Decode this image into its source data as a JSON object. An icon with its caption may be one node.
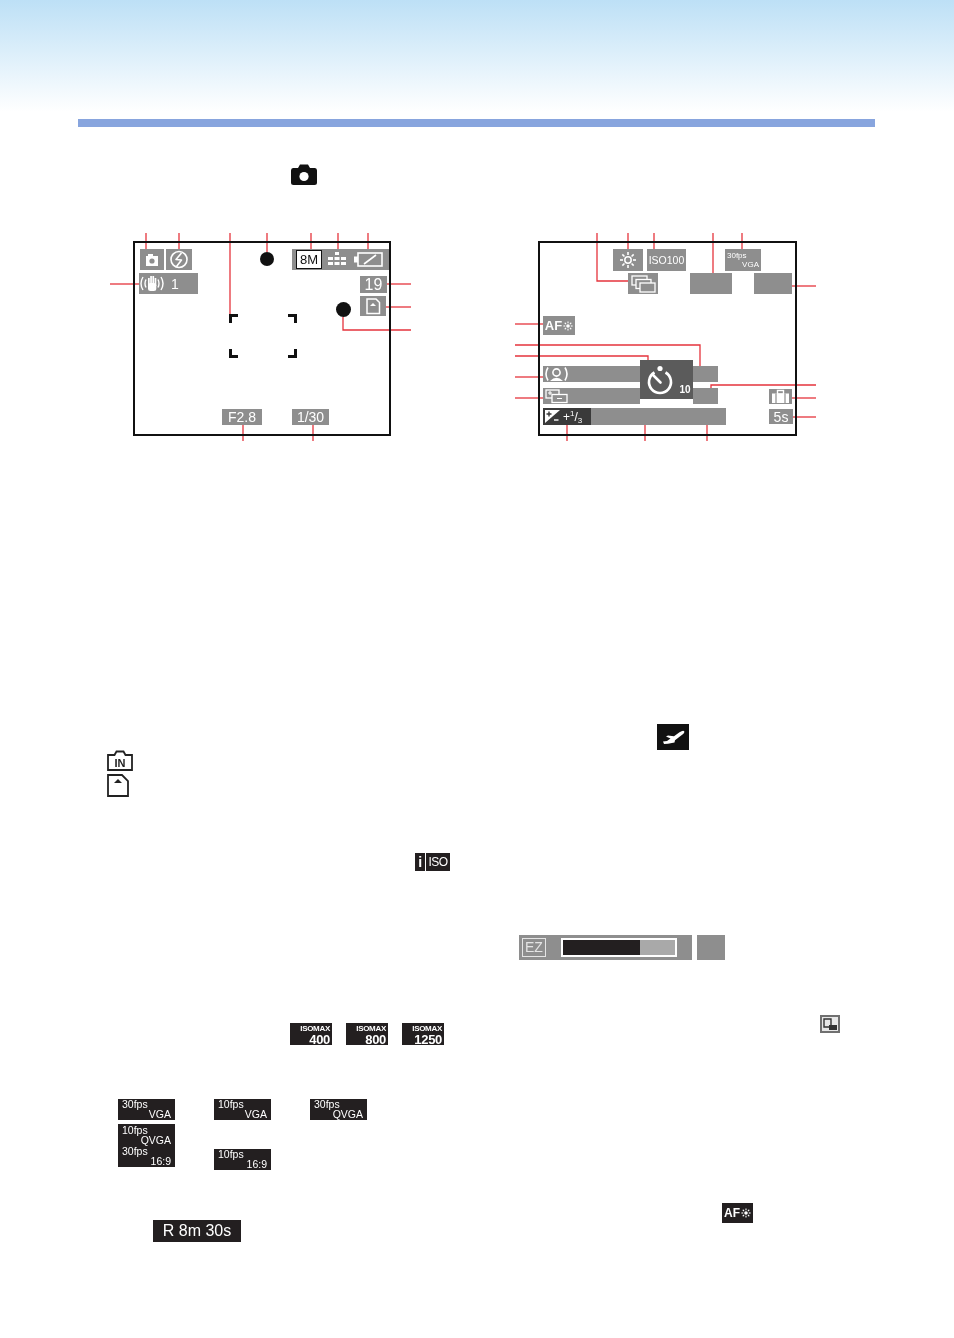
{
  "diagram": {
    "nodes": [
      {
        "text": [],
        "shape": "box"
      },
      {
        "text": [],
        "shape": "picture",
        "in": 0
      },
      {
        "text": [],
        "shape": "picture",
        "in": 0
      },
      {
        "text": [],
        "shape": "picture",
        "in": 0
      },
      {
        "text": [],
        "shape": "circle",
        "in": 0
      },
      {
        "text": [],
        "shape": "bar",
        "in": 0
      },
      {
        "text": [
          "8M"
        ],
        "in": 5
      },
      {
        "text": [],
        "shape": "picture",
        "in": 5
      },
      {
        "text": [],
        "shape": "picture",
        "in": 5
      },
      {
        "text": [
          "1"
        ],
        "in": 0
      },
      {
        "text": [
          "19"
        ],
        "in": 0
      },
      {
        "text": [],
        "shape": "picture",
        "in": 0
      },
      {
        "text": [],
        "shape": "circle",
        "in": 0
      },
      {
        "text": [
          "F2.8"
        ],
        "in": 0
      },
      {
        "text": [
          "1/30"
        ],
        "in": 0
      },
      {
        "text": [],
        "shape": "box"
      },
      {
        "text": [],
        "shape": "picture",
        "in": 15
      },
      {
        "text": [
          "ISO100"
        ],
        "in": 15
      },
      {
        "text": [
          "30fps VGA"
        ],
        "in": 15
      },
      {
        "text": [],
        "shape": "picture",
        "in": 15
      },
      {
        "text": [],
        "shape": "box",
        "in": 15
      },
      {
        "text": [],
        "shape": "box",
        "in": 15
      },
      {
        "text": [
          "AF"
        ],
        "in": 15
      },
      {
        "text": [],
        "shape": "bar",
        "in": 15
      },
      {
        "text": [],
        "shape": "picture",
        "in": 23
      },
      {
        "text": [
          "10"
        ],
        "in": 15
      },
      {
        "text": [],
        "shape": "bar",
        "in": 15
      },
      {
        "text": [],
        "shape": "bar",
        "in": 15
      },
      {
        "text": [],
        "shape": "picture",
        "in": 27
      },
      {
        "text": [],
        "shape": "bar",
        "in": 15
      },
      {
        "text": [],
        "shape": "picture",
        "in": 15
      },
      {
        "text": [],
        "shape": "bar",
        "in": 15
      },
      {
        "text": [
          "+$^{1}$/$_{3}$"
        ],
        "in": 31
      },
      {
        "text": [
          "5s"
        ],
        "in": 15
      },
      {
        "text": [
          "IN"
        ]
      },
      {
        "text": [
          "i",
          "ISO"
        ]
      },
      {
        "text": [
          "EZ"
        ]
      },
      {
        "text": [],
        "shape": "box"
      },
      {
        "text": [
          "ISOMAX 400"
        ]
      },
      {
        "text": [
          "ISOMAX 800"
        ]
      },
      {
        "text": [
          "ISOMAX 1250"
        ]
      },
      {
        "text": [
          "30fps VGA"
        ]
      },
      {
        "text": [
          "10fps VGA"
        ]
      },
      {
        "text": [
          "30fps QVGA"
        ]
      },
      {
        "text": [
          "10fps QVGA",
          "30fps 16:9"
        ]
      },
      {
        "text": [
          "10fps 16:9"
        ]
      },
      {
        "text": [
          "AF"
        ]
      },
      {
        "text": [
          "R 8m 30s"
        ]
      }
    ],
    "edges": [
      {
        "from": null,
        "to": 1,
        "arrow": "none"
      },
      {
        "from": null,
        "to": 2,
        "arrow": "none"
      },
      {
        "from": null,
        "to": 3,
        "arrow": "none"
      },
      {
        "from": null,
        "to": 4,
        "arrow": "none"
      },
      {
        "from": null,
        "to": 6,
        "arrow": "none"
      },
      {
        "from": null,
        "to": 7,
        "arrow": "none"
      },
      {
        "from": null,
        "to": 8,
        "arrow": "none"
      },
      {
        "from": null,
        "to": 9,
        "arrow": "none"
      },
      {
        "from": null,
        "to": 10,
        "arrow": "none"
      },
      {
        "from": null,
        "to": 11,
        "arrow": "none"
      },
      {
        "from": null,
        "to": 12,
        "arrow": "none"
      },
      {
        "from": null,
        "to": 13,
        "arrow": "none"
      },
      {
        "from": null,
        "to": 14,
        "arrow": "none"
      },
      {
        "from": null,
        "to": 19,
        "arrow": "none"
      },
      {
        "from": null,
        "to": 16,
        "arrow": "none"
      },
      {
        "from": null,
        "to": 17,
        "arrow": "none"
      },
      {
        "from": null,
        "to": 20,
        "arrow": "none"
      },
      {
        "from": null,
        "to": 18,
        "arrow": "none"
      },
      {
        "from": null,
        "to": 21,
        "arrow": "none"
      },
      {
        "from": null,
        "to": 22,
        "arrow": "none"
      },
      {
        "from": null,
        "to": 26,
        "arrow": "none"
      },
      {
        "from": null,
        "to": 25,
        "arrow": "none"
      },
      {
        "from": null,
        "to": 24,
        "arrow": "none"
      },
      {
        "from": null,
        "to": 28,
        "arrow": "none"
      },
      {
        "from": null,
        "to": 29,
        "arrow": "none"
      },
      {
        "from": null,
        "to": 30,
        "arrow": "none"
      },
      {
        "from": null,
        "to": 33,
        "arrow": "none"
      },
      {
        "from": null,
        "to": 32,
        "arrow": "none"
      },
      {
        "from": null,
        "to": 31,
        "arrow": "none"
      },
      {
        "from": null,
        "to": 31,
        "arrow": "none"
      }
    ]
  }
}
